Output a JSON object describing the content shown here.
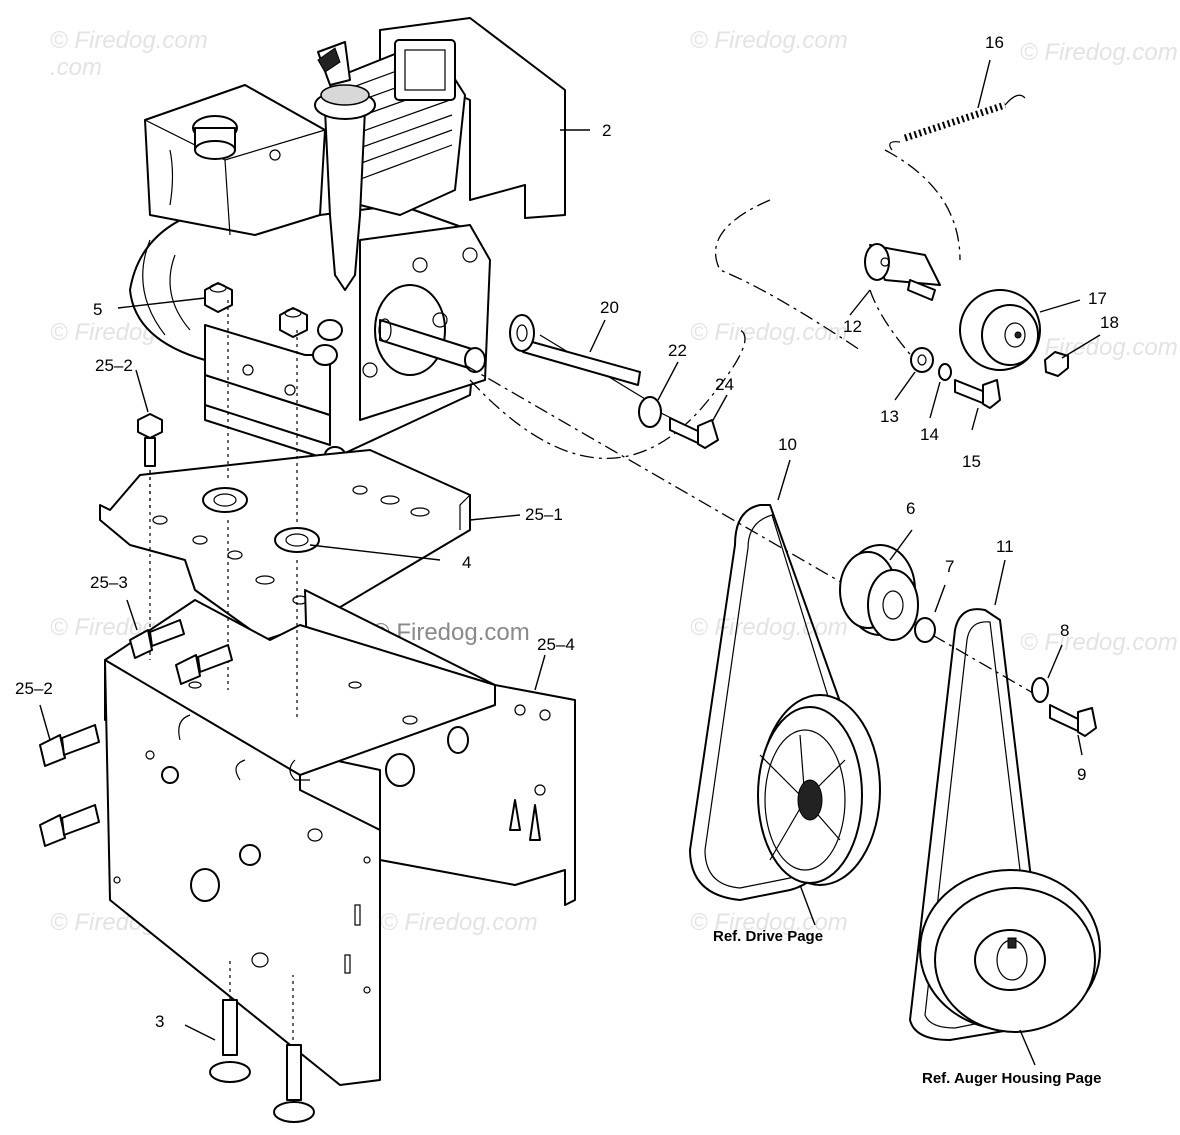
{
  "watermarks": [
    "© Firedog.com",
    "© Firedog.com",
    "© Firedog.com",
    "© Firedog.com",
    "© Firedog.com",
    "© Firedog.com",
    "© Firedog.com",
    "© Firedog.com",
    "© Firedog.com",
    "© Firedog.com",
    "© Firedog.com",
    "© Firedog.com"
  ],
  "center_watermark": "© Firedog.com",
  "callouts": {
    "c2": "2",
    "c3": "3",
    "c4": "4",
    "c5": "5",
    "c6": "6",
    "c7": "7",
    "c8": "8",
    "c9": "9",
    "c10": "10",
    "c11": "11",
    "c12": "12",
    "c13": "13",
    "c14": "14",
    "c15": "15",
    "c16": "16",
    "c17": "17",
    "c18": "18",
    "c20": "20",
    "c22": "22",
    "c24": "24",
    "c25_1": "25–1",
    "c25_2a": "25–2",
    "c25_2b": "25–2",
    "c25_3": "25–3",
    "c25_4": "25–4"
  },
  "references": {
    "drive": "Ref. Drive Page",
    "auger": "Ref. Auger Housing Page"
  }
}
